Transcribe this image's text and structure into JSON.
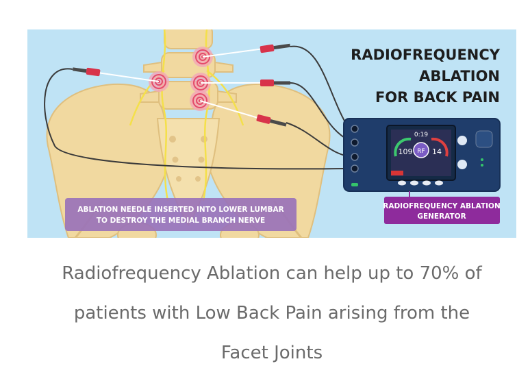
{
  "illustration": {
    "title_lines": [
      "RADIOFREQUENCY",
      "ABLATION",
      "FOR BACK PAIN"
    ],
    "needle_label_lines": [
      "ABLATION NEEDLE INSERTED INTO LOWER LUMBAR",
      "TO DESTROY THE MEDIAL BRANCH NERVE"
    ],
    "generator_label_lines": [
      "RADIOFREQUENCY ABLATION",
      "GENERATOR"
    ],
    "screen": {
      "time": "0:19",
      "left_value": "109",
      "right_value": "14",
      "center_badge": "RF"
    },
    "colors": {
      "background": "#bfe3f5",
      "bone": "#f1d9a0",
      "label_box": "#9a73b8",
      "generator_label": "#8e2b9c",
      "device": "#1f3d6b",
      "needle_handle": "#d8334a"
    }
  },
  "caption": {
    "lines": [
      "Radiofrequency Ablation can help up to 70% of",
      "patients with Low Back Pain arising from the",
      "Facet Joints"
    ]
  }
}
